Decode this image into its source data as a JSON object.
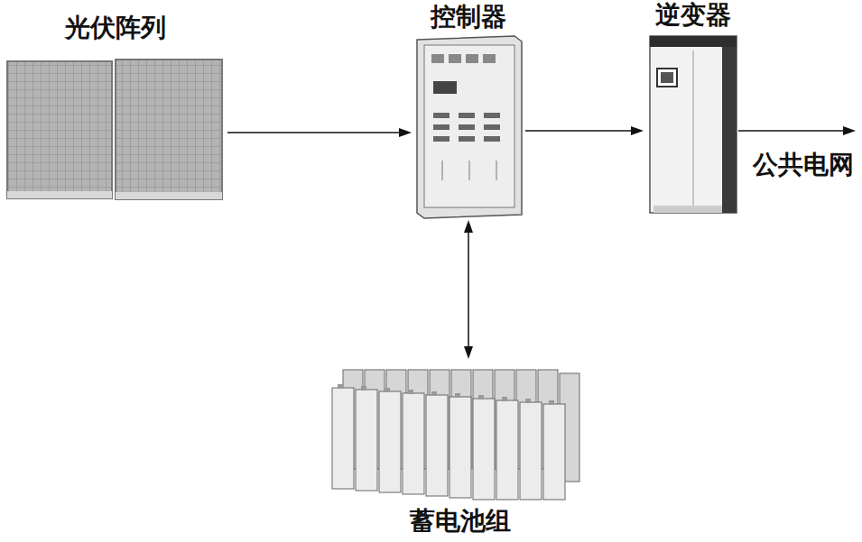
{
  "diagram": {
    "nodes": [
      {
        "text": [
          "光伏阵列"
        ]
      },
      {
        "text": [
          "控制器"
        ]
      },
      {
        "text": [
          "逆变器"
        ]
      },
      {
        "text": [
          "蓄电池组"
        ]
      }
    ],
    "edges": [
      {
        "from": 0,
        "to": 1,
        "arrow": "to"
      },
      {
        "from": 1,
        "to": 2,
        "arrow": "to"
      },
      {
        "from": 1,
        "to": 3,
        "arrow": "both"
      }
    ],
    "labels": [
      "公共电网"
    ]
  }
}
